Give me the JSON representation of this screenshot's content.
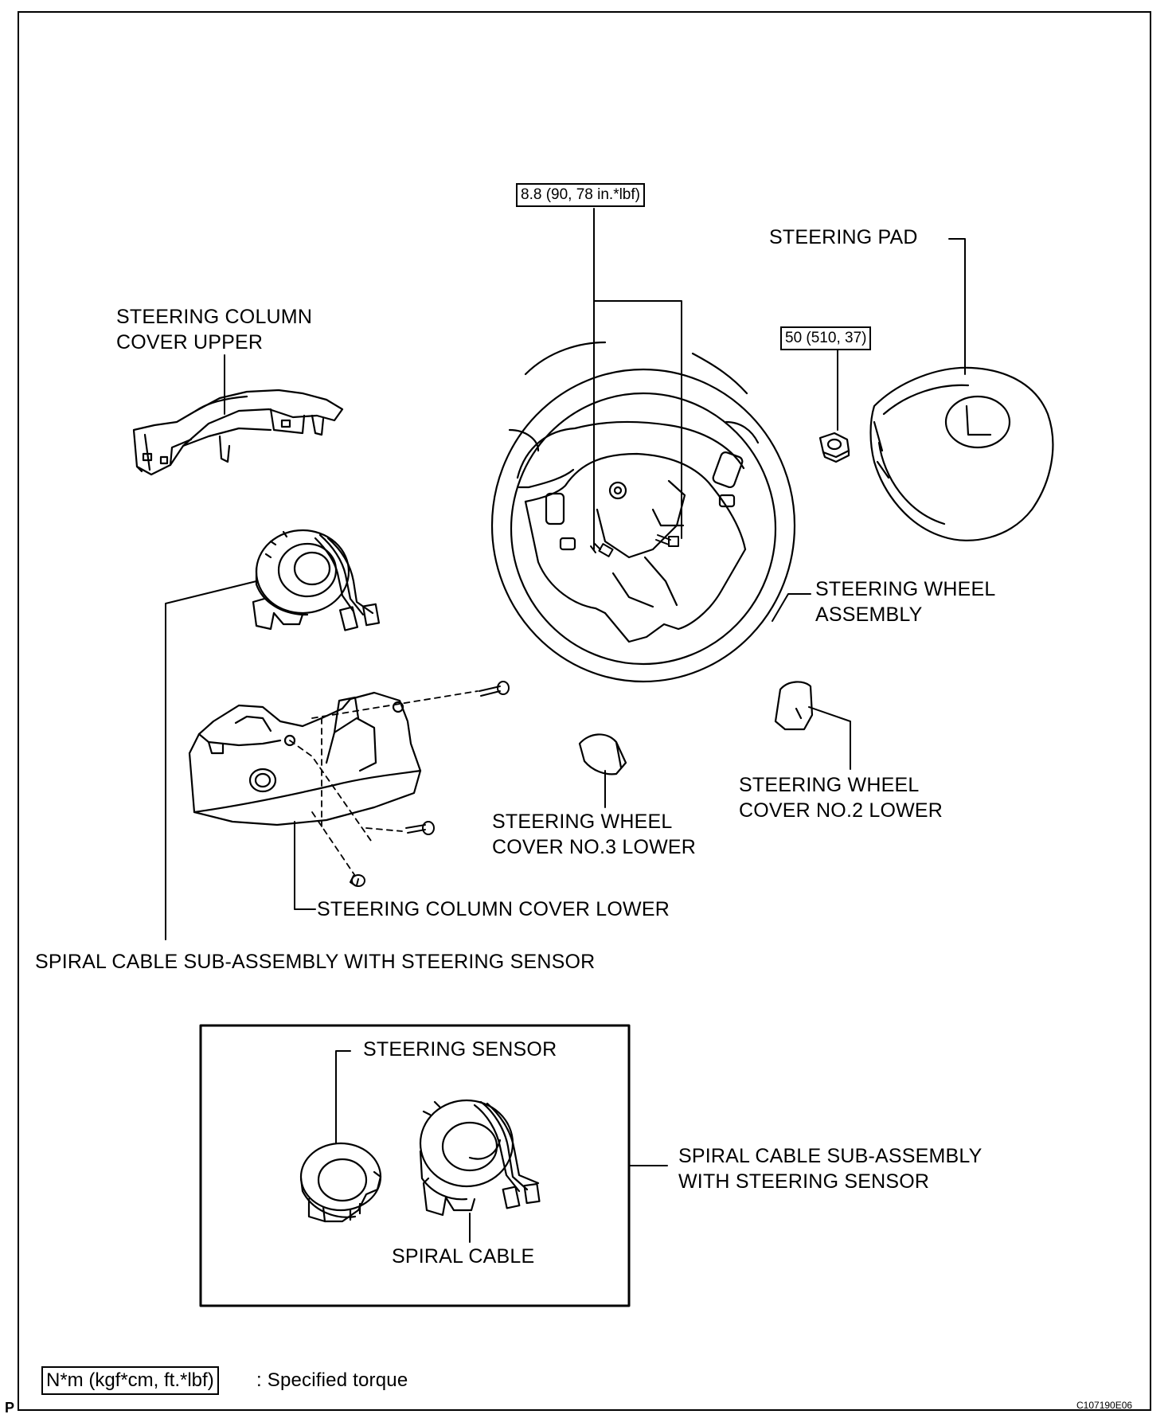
{
  "labels": {
    "column_cover_upper": "STEERING COLUMN\nCOVER UPPER",
    "steering_pad": "STEERING PAD",
    "steering_wheel_assembly": "STEERING WHEEL\nASSEMBLY",
    "wheel_cover_no2_lower": "STEERING WHEEL\nCOVER NO.2 LOWER",
    "wheel_cover_no3_lower": "STEERING WHEEL\nCOVER NO.3 LOWER",
    "column_cover_lower": "STEERING COLUMN COVER LOWER",
    "spiral_cable_with_sensor_main": "SPIRAL CABLE SUB-ASSEMBLY WITH STEERING SENSOR",
    "steering_sensor": "STEERING SENSOR",
    "spiral_cable": "SPIRAL CABLE",
    "spiral_cable_with_sensor_detail": "SPIRAL CABLE SUB-ASSEMBLY\nWITH STEERING SENSOR"
  },
  "torques": {
    "wheel_bolts": "8.8 (90, 78 in.*lbf)",
    "wheel_nut": "50 (510, 37)"
  },
  "legend": {
    "box": "N*m (kgf*cm, ft.*lbf)",
    "text": ": Specified torque"
  },
  "corner_mark": "P",
  "figure_code": "C107190E06"
}
